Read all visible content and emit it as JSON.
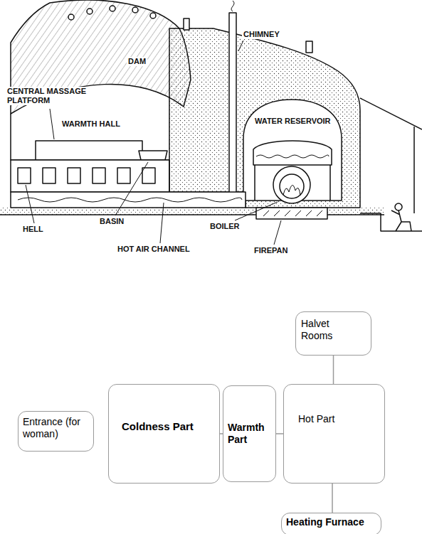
{
  "diagram": {
    "nodes": [
      {
        "text": [
          "Halvet Rooms"
        ]
      },
      {
        "text": [
          "Entrance (for woman)"
        ]
      },
      {
        "text": [
          "Coldness Part"
        ]
      },
      {
        "text": [
          "Warmth Part"
        ]
      },
      {
        "text": [
          "Hot Part"
        ]
      },
      {
        "text": [
          "Heating Furnace"
        ]
      }
    ],
    "edges": [
      {
        "from": 2,
        "to": 3,
        "arrow": "none"
      },
      {
        "from": 3,
        "to": 4,
        "arrow": "none"
      },
      {
        "from": 4,
        "to": 0,
        "arrow": "none"
      },
      {
        "from": 4,
        "to": 5,
        "arrow": "none"
      }
    ],
    "labels": [
      "CHIMNEY",
      "DAM",
      "CENTRAL MASSAGE PLATFORM",
      "WARMTH HALL",
      "WATER RESERVOIR",
      "BASIN",
      "HELL",
      "BOILER",
      "HOT AIR CHANNEL",
      "FIREPAN"
    ]
  }
}
